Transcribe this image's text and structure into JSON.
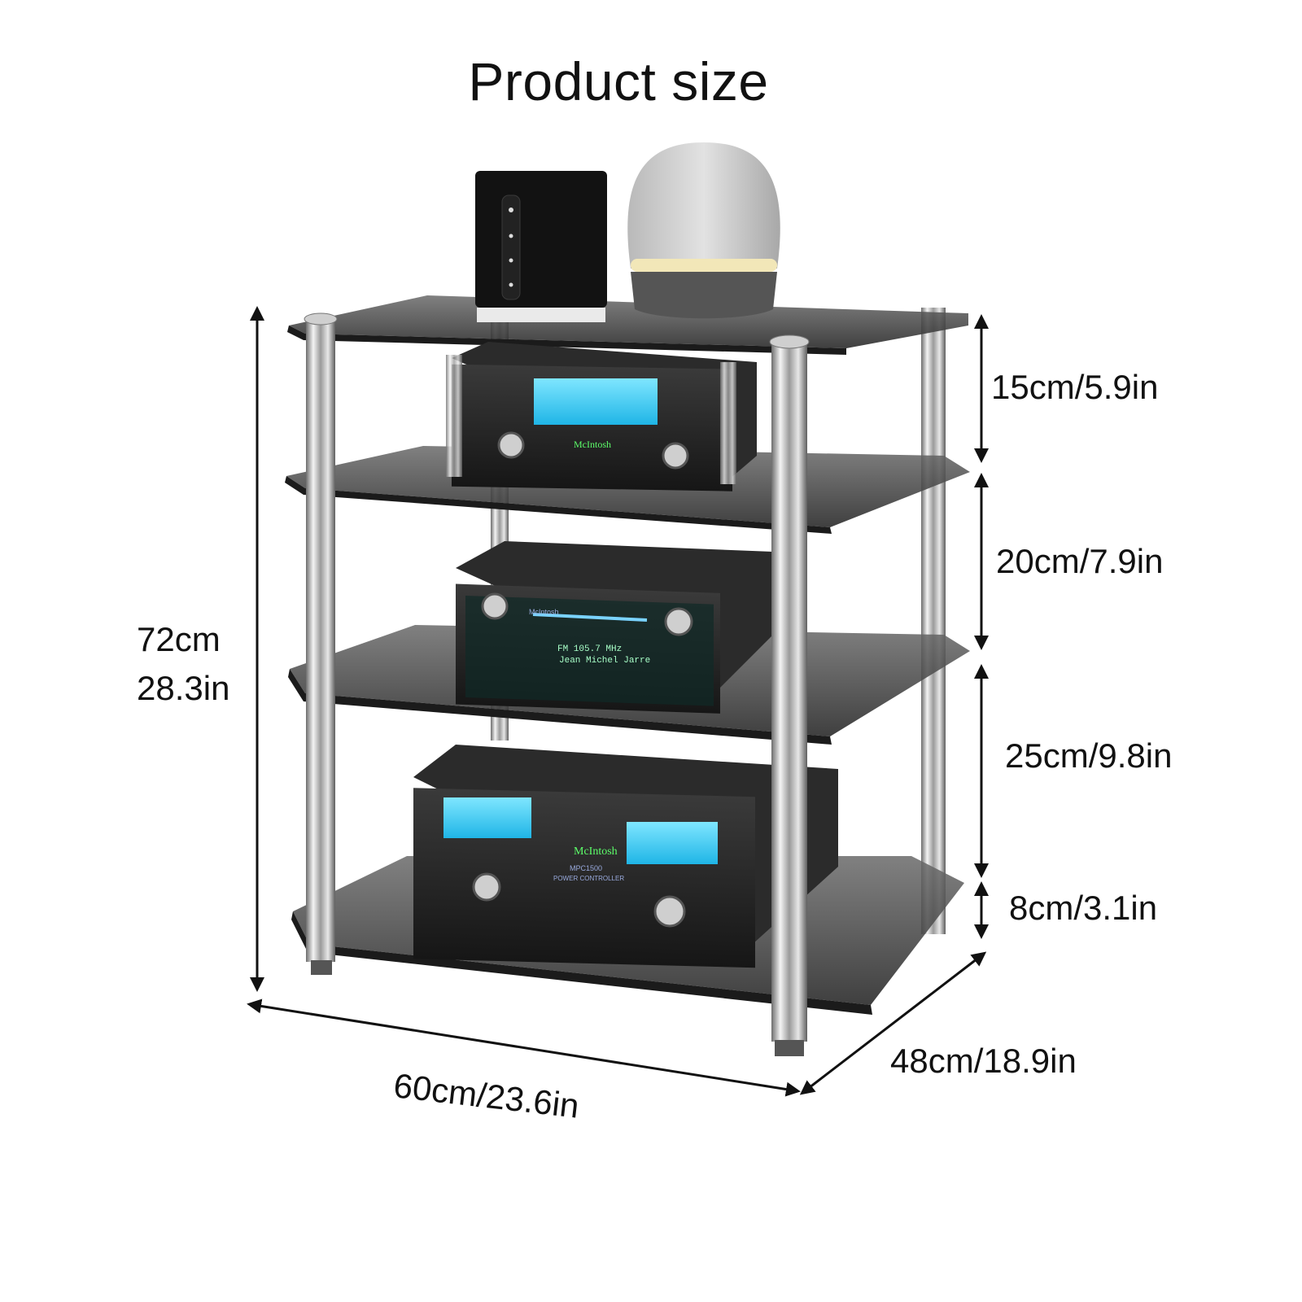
{
  "title": "Product size",
  "dimensions": {
    "shelf_gap_1": "15cm/5.9in",
    "shelf_gap_2": "20cm/7.9in",
    "shelf_gap_3": "25cm/9.8in",
    "bottom_clearance": "8cm/3.1in",
    "total_height_cm": "72cm",
    "total_height_in": "28.3in",
    "width": "60cm/23.6in",
    "depth": "48cm/18.9in"
  },
  "device_labels": {
    "top_amp_brand": "McIntosh",
    "tuner_brand": "McIntosh",
    "tuner_display_line1": "FM 105.7 MHz",
    "tuner_display_line2": "Jean Michel Jarre",
    "bottom_amp_brand": "McIntosh",
    "bottom_amp_model": "MPC1500",
    "bottom_amp_subtitle": "POWER CONTROLLER"
  }
}
